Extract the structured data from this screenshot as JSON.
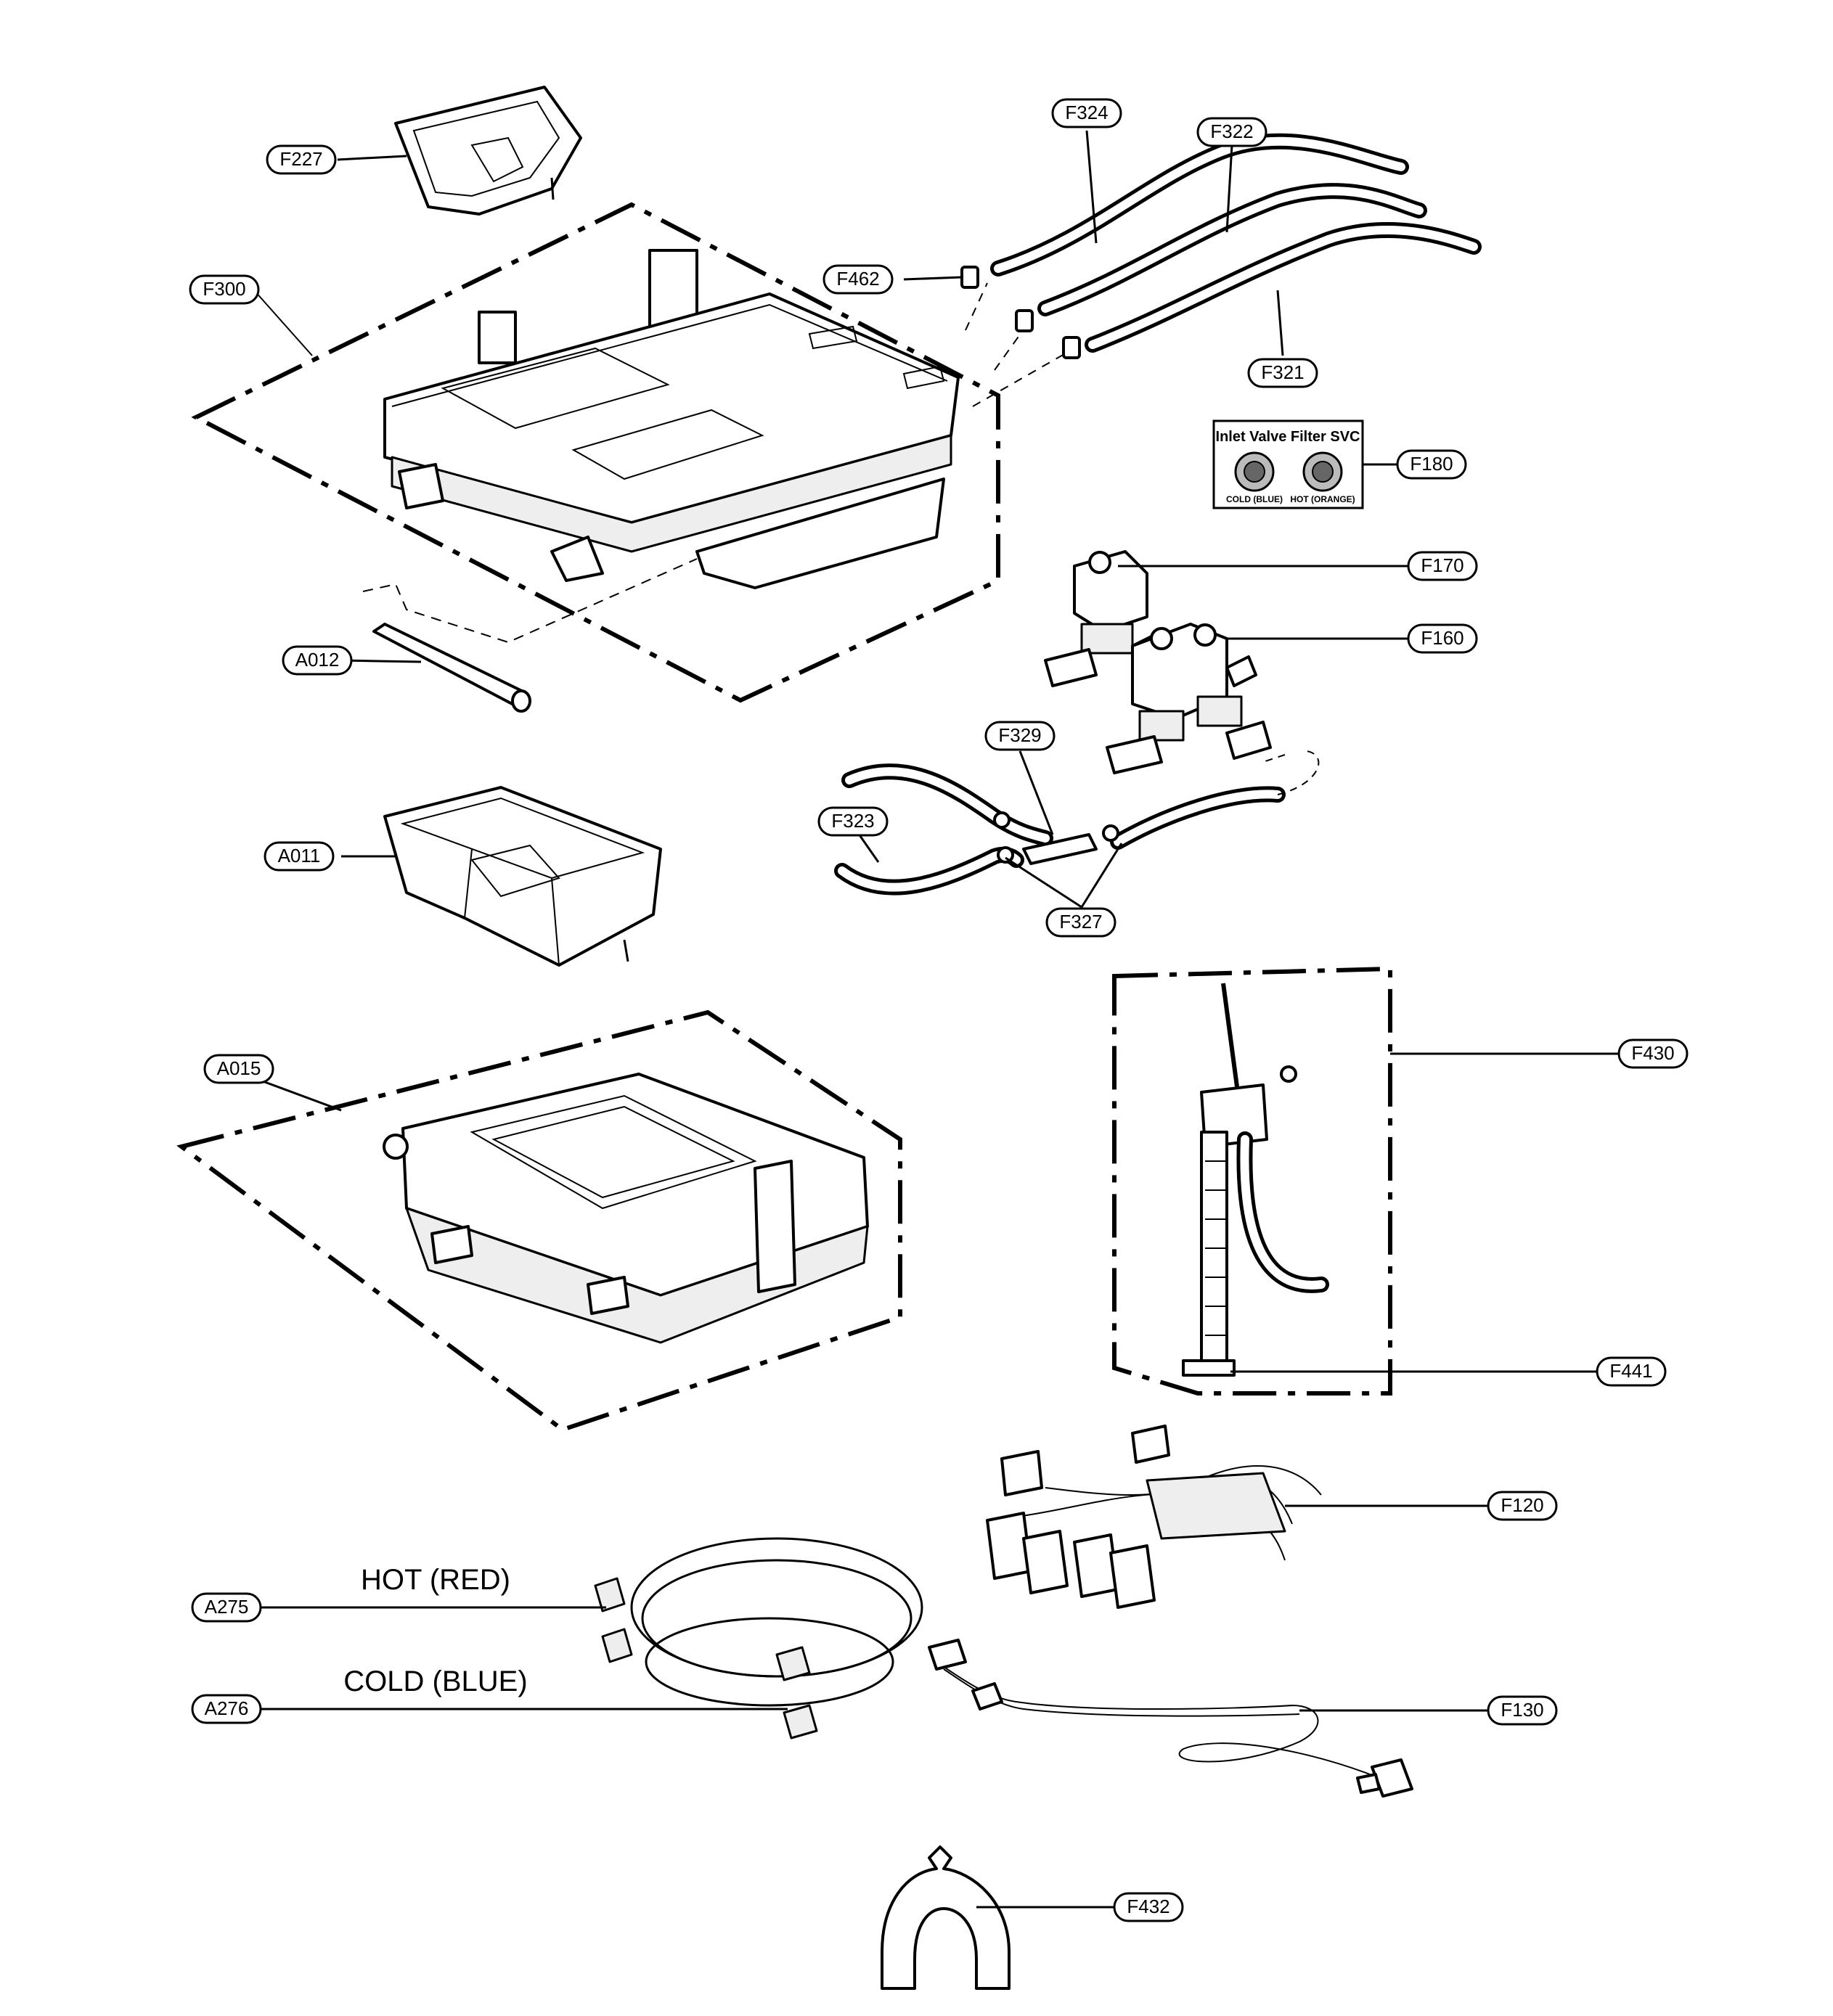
{
  "labels": {
    "F227": "F227",
    "F300": "F300",
    "F324": "F324",
    "F322": "F322",
    "F462": "F462",
    "F321": "F321",
    "F180": "F180",
    "F170": "F170",
    "F160": "F160",
    "A012": "A012",
    "F329": "F329",
    "F323": "F323",
    "A011": "A011",
    "F327": "F327",
    "F430": "F430",
    "A015": "A015",
    "F441": "F441",
    "F120": "F120",
    "A275": "A275",
    "A276": "A276",
    "F130": "F130",
    "F432": "F432"
  },
  "captions": {
    "hot": "HOT (RED)",
    "cold": "COLD (BLUE)"
  },
  "filter_kit": {
    "title": "Inlet Valve Filter SVC",
    "cold": "COLD (BLUE)",
    "hot": "HOT (ORANGE)"
  }
}
